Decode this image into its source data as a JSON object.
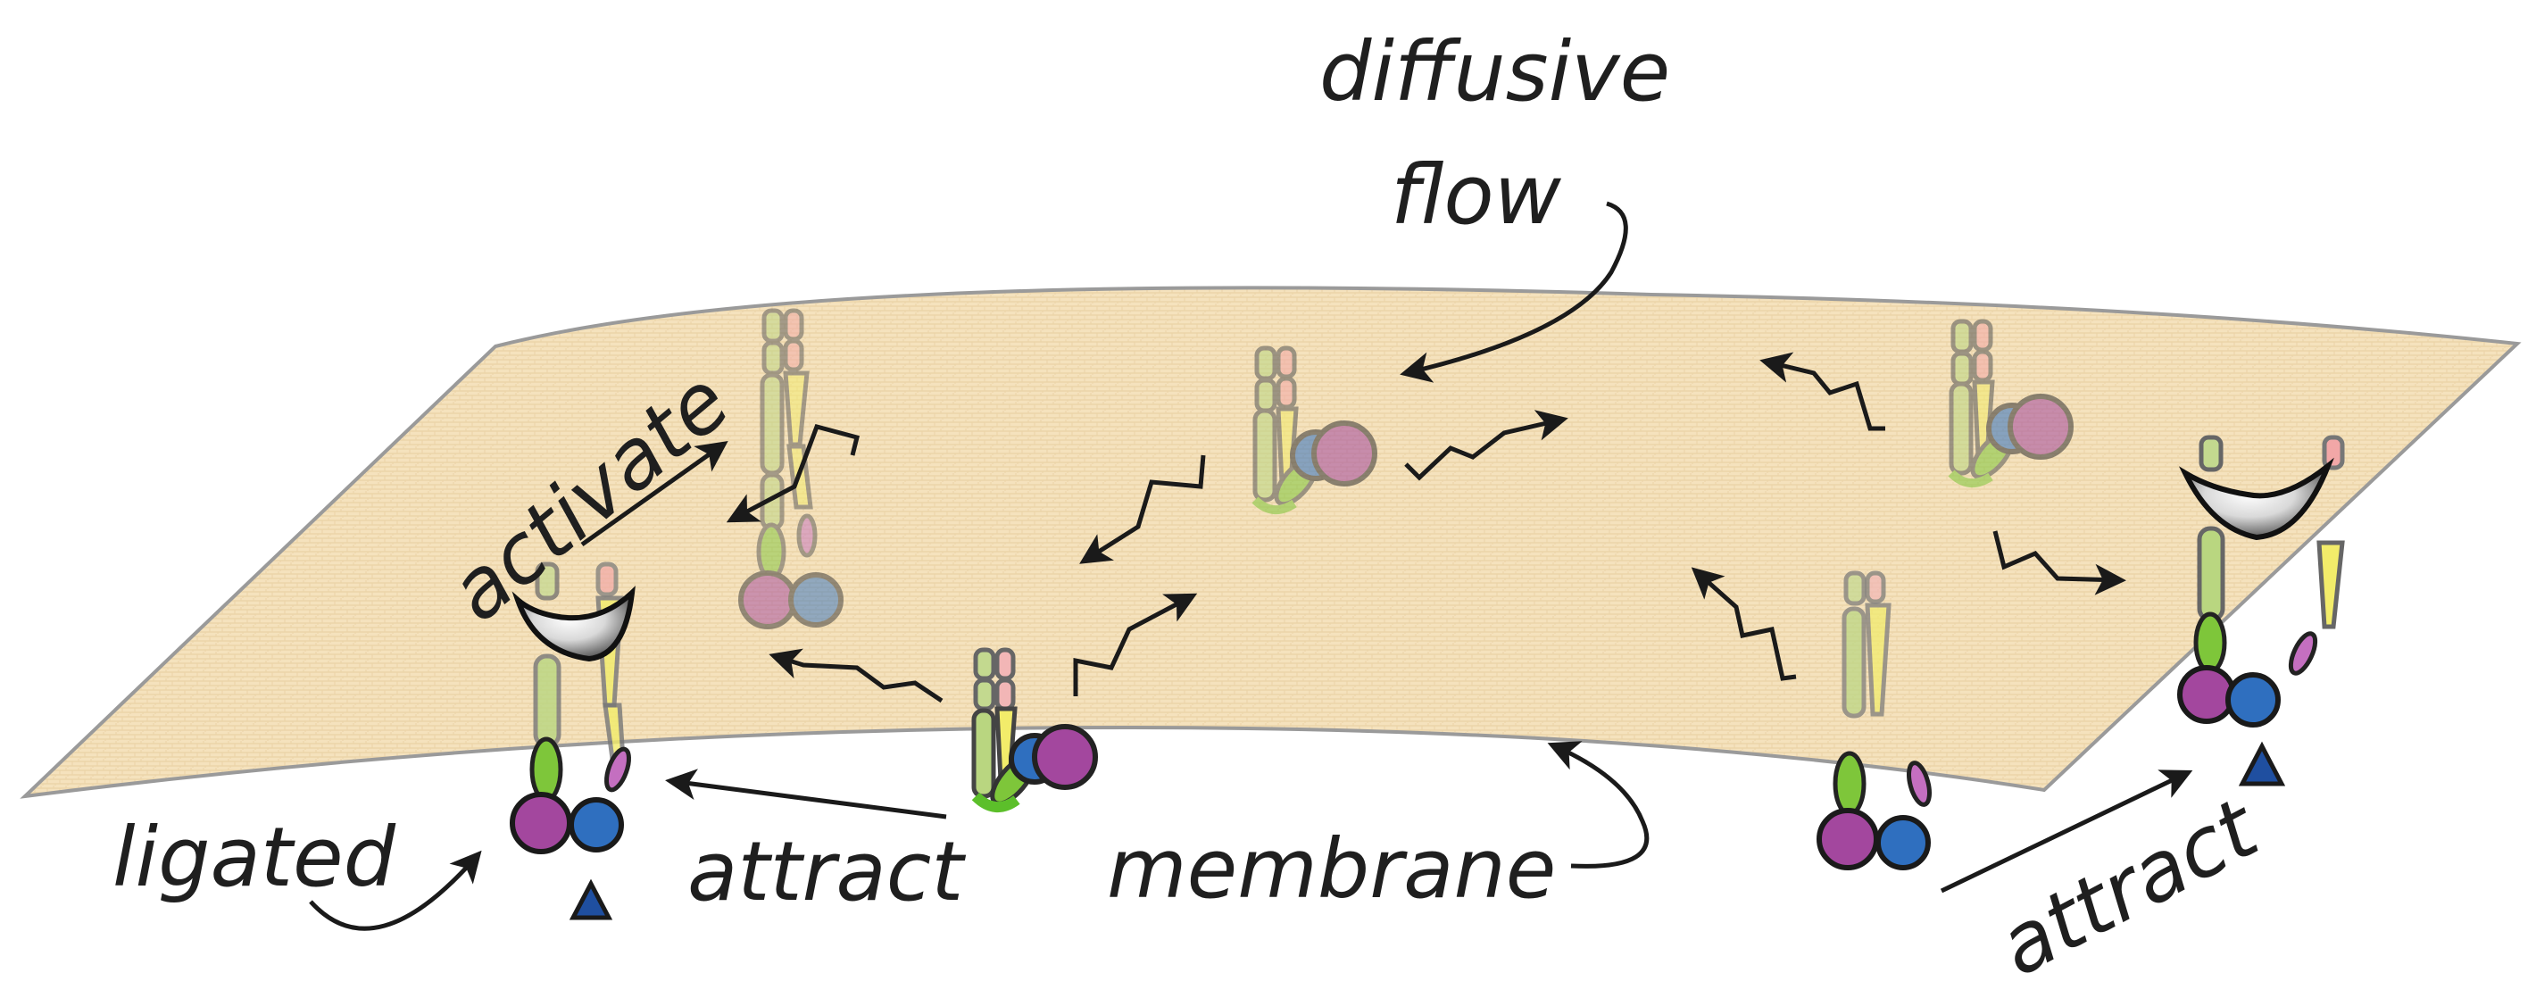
{
  "labels": {
    "diffusive": "diffusive",
    "flow": "flow",
    "activate": "activate",
    "ligated": "ligated",
    "attract_left": "attract",
    "attract_right": "attract",
    "membrane": "membrane"
  },
  "colors": {
    "membrane_fill": "#f5e2bd",
    "membrane_edge": "#9a9a9a",
    "green": "#7ec63a",
    "green_light": "#b9d680",
    "pink": "#f2a7a7",
    "yellow": "#f2ec6a",
    "magenta": "#a3479e",
    "blue": "#2f6fbf",
    "ligand_triangle": "#1f4fa0",
    "arrow": "#1a1a1a",
    "text": "#1f1f1f"
  }
}
